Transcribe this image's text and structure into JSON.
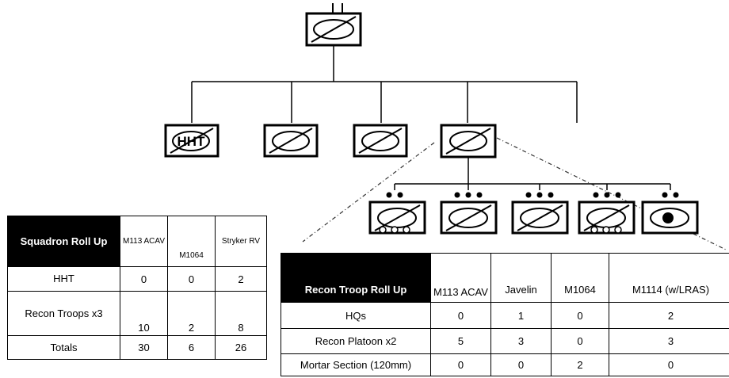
{
  "org_chart": {
    "hht_label": "HHT"
  },
  "squadron_table": {
    "title": "Squadron Roll Up",
    "columns": [
      "M113 ACAV",
      "M1064",
      "Stryker RV"
    ],
    "rows": [
      {
        "label": "HHT",
        "values": [
          "0",
          "0",
          "2"
        ]
      },
      {
        "label": "Recon Troops x3",
        "values": [
          "10",
          "2",
          "8"
        ]
      },
      {
        "label": "Totals",
        "values": [
          "30",
          "6",
          "26"
        ]
      }
    ]
  },
  "troop_table": {
    "title": "Recon Troop Roll Up",
    "columns": [
      "M113 ACAV",
      "Javelin",
      "M1064",
      "M1114 (w/LRAS)"
    ],
    "rows": [
      {
        "label": "HQs",
        "values": [
          "0",
          "1",
          "0",
          "2"
        ]
      },
      {
        "label": "Recon Platoon x2",
        "values": [
          "5",
          "3",
          "0",
          "3"
        ]
      },
      {
        "label": "Mortar Section (120mm)",
        "values": [
          "0",
          "0",
          "2",
          "0"
        ]
      }
    ]
  }
}
